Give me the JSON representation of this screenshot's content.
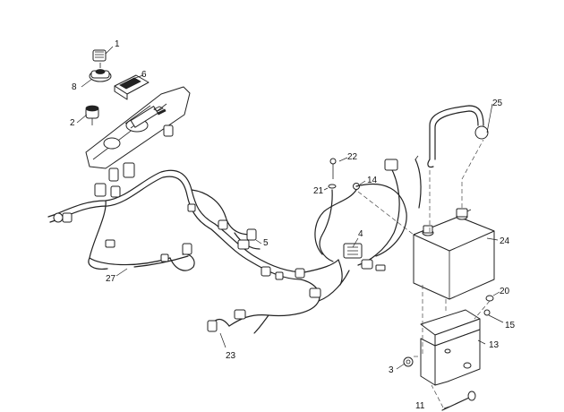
{
  "callouts": [
    {
      "id": "callout-1",
      "text": "1"
    },
    {
      "id": "callout-2",
      "text": "2"
    },
    {
      "id": "callout-3",
      "text": "3"
    },
    {
      "id": "callout-4",
      "text": "4"
    },
    {
      "id": "callout-5",
      "text": "5"
    },
    {
      "id": "callout-6",
      "text": "6"
    },
    {
      "id": "callout-8",
      "text": "8"
    },
    {
      "id": "callout-11",
      "text": "11"
    },
    {
      "id": "callout-13",
      "text": "13"
    },
    {
      "id": "callout-14",
      "text": "14"
    },
    {
      "id": "callout-15",
      "text": "15"
    },
    {
      "id": "callout-20",
      "text": "20"
    },
    {
      "id": "callout-21",
      "text": "21"
    },
    {
      "id": "callout-22",
      "text": "22"
    },
    {
      "id": "callout-23",
      "text": "23"
    },
    {
      "id": "callout-24",
      "text": "24"
    },
    {
      "id": "callout-25",
      "text": "25"
    },
    {
      "id": "callout-27",
      "text": "27"
    }
  ]
}
